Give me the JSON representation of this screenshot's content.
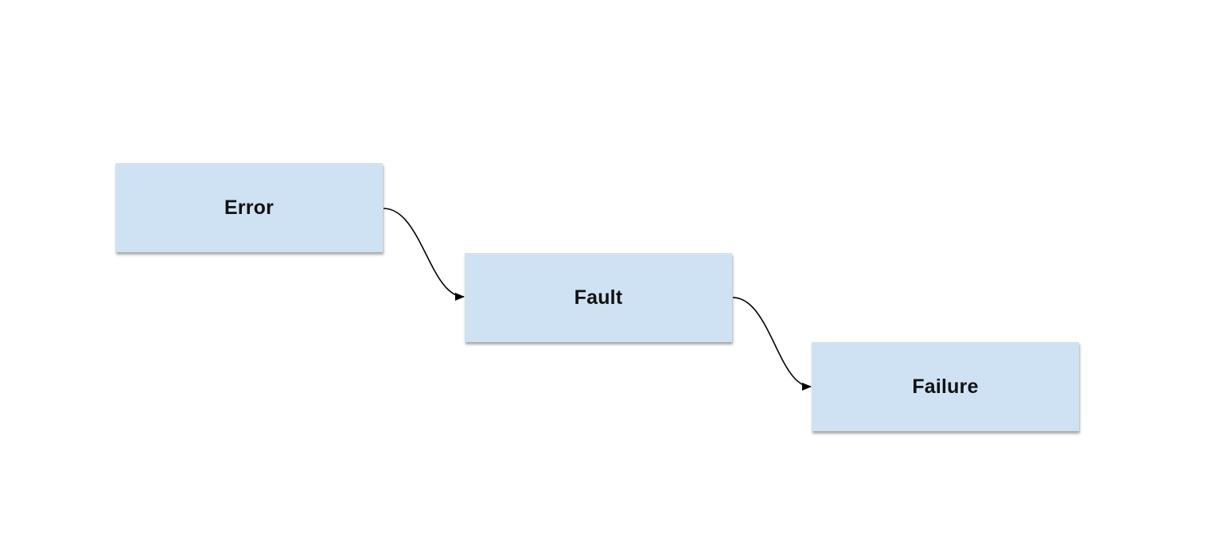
{
  "diagram": {
    "nodes": [
      {
        "id": "error",
        "label": "Error"
      },
      {
        "id": "fault",
        "label": "Fault"
      },
      {
        "id": "failure",
        "label": "Failure"
      }
    ],
    "edges": [
      {
        "from": "error",
        "to": "fault"
      },
      {
        "from": "fault",
        "to": "failure"
      }
    ],
    "colors": {
      "node_fill": "#cfe2f3",
      "edge_stroke": "#000000",
      "text": "#111111"
    }
  }
}
